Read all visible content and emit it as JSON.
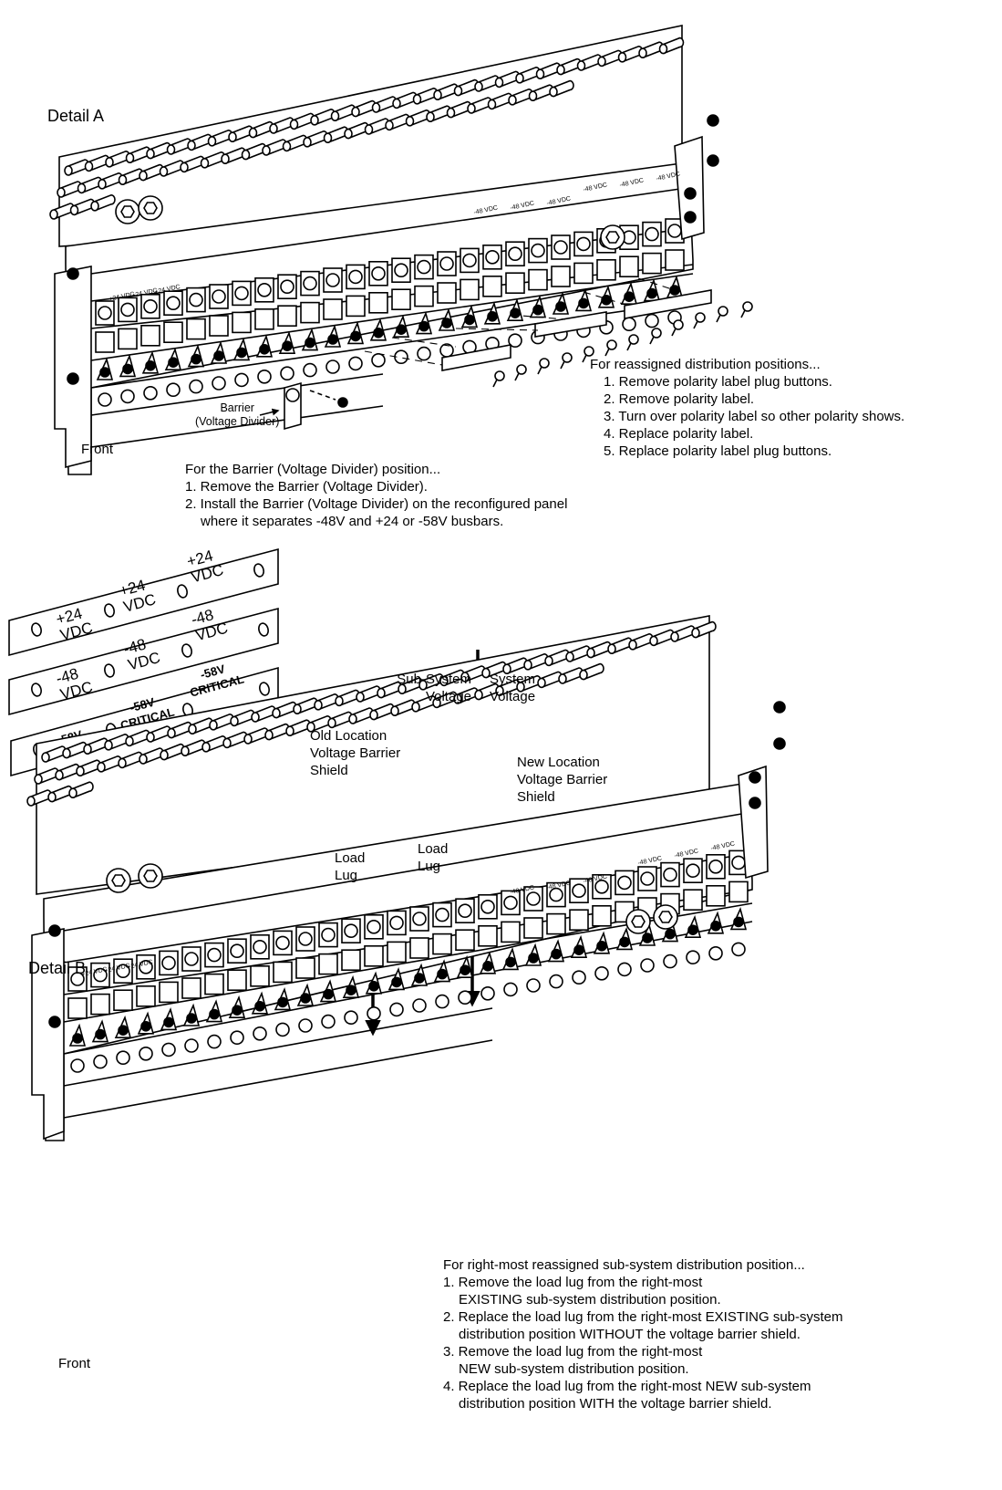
{
  "detail_a": {
    "title": "Detail A",
    "front_label": "Front",
    "barrier_label": [
      "Barrier",
      "(Voltage Divider)"
    ],
    "reassigned_heading": "For reassigned distribution positions...",
    "reassigned_steps": [
      "1. Remove polarity label plug buttons.",
      "2. Remove polarity label.",
      "3. Turn over polarity label so other polarity shows.",
      "4. Replace polarity label.",
      "5. Replace polarity label plug buttons."
    ],
    "barrier_heading": "For the Barrier (Voltage Divider) position...",
    "barrier_steps": [
      "1. Remove the Barrier (Voltage Divider).",
      "2. Install the Barrier (Voltage Divider) on the reconfigured panel",
      "where it separates -48V and +24 or -58V busbars."
    ]
  },
  "labels": {
    "plus24": [
      "+24",
      "VDC"
    ],
    "minus48": [
      "-48",
      "VDC"
    ],
    "minus58": [
      "-58V",
      "CRITICAL"
    ]
  },
  "voltage_diagram": {
    "sub_system": [
      "Sub-System",
      "Voltage"
    ],
    "system": [
      "System",
      "Voltage"
    ],
    "old_location": [
      "Old Location",
      "Voltage Barrier",
      "Shield"
    ],
    "new_location": [
      "New Location",
      "Voltage Barrier",
      "Shield"
    ],
    "load_lug": [
      "Load",
      "Lug"
    ]
  },
  "detail_b": {
    "title": "Detail B",
    "front_label": "Front",
    "heading": "For right-most reassigned sub-system distribution position...",
    "steps": [
      "1. Remove the load lug from the right-most",
      "EXISTING sub-system distribution position.",
      "2. Replace the load lug from the right-most EXISTING sub-system",
      "distribution position WITHOUT the voltage barrier shield.",
      "3. Remove the load lug from the right-most",
      "NEW sub-system distribution position.",
      "4. Replace the load lug from the right-most NEW sub-system",
      "distribution position WITH the voltage barrier shield."
    ]
  }
}
